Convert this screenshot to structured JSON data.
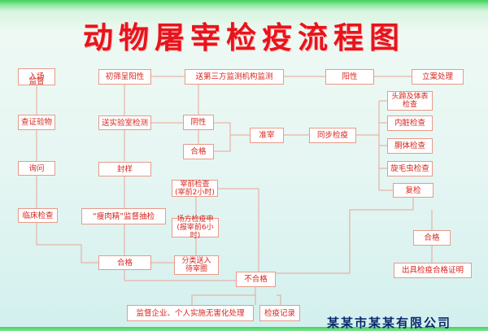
{
  "title": "动物屠宰检疫流程图",
  "nodes": {
    "arrival": [
      "入场",
      "监督"
    ],
    "initial_positive": "初筛呈阳性",
    "third_party": "送第三方监测机构监测",
    "positive_top": "阳性",
    "case_handling": "立案处理",
    "cert_check": "查证验物",
    "lab_test": "送实验室检测",
    "positive_mid": "阴性",
    "approve": "准宰",
    "sync_inspect": "同步检疫",
    "head_hoof": [
      "头蹄及体表",
      "检查"
    ],
    "viscera": "内脏检查",
    "carcass": "胴体检查",
    "trichina": "旋毛虫检查",
    "recheck": "复检",
    "qualified_mid": "合格",
    "inquiry": "询问",
    "sampling": "封样",
    "pre_slaughter": [
      "宰前检查",
      "(宰前2小时)"
    ],
    "clinical": "临床检查",
    "clenbuterol": "“瘦肉精”监督抽检",
    "site_declare": [
      "场方检疫申",
      "(报宰前6小时)"
    ],
    "qualified_right": "合格",
    "qualified_bottom": "合格",
    "separate_pen": [
      "分类送入",
      "待宰圈"
    ],
    "cert_issue": "出具检疫合格证明",
    "unqualified": "不合格",
    "harmless": "监督企业、个人实施无害化处理",
    "records": "检疫记录"
  },
  "footer": "某某市某某有限公司",
  "colors": {
    "title": "#e8141b",
    "node_text": "#d8241c",
    "node_border": "#e79a8a",
    "line": "#e8a496",
    "footer": "#0a2a6e"
  }
}
